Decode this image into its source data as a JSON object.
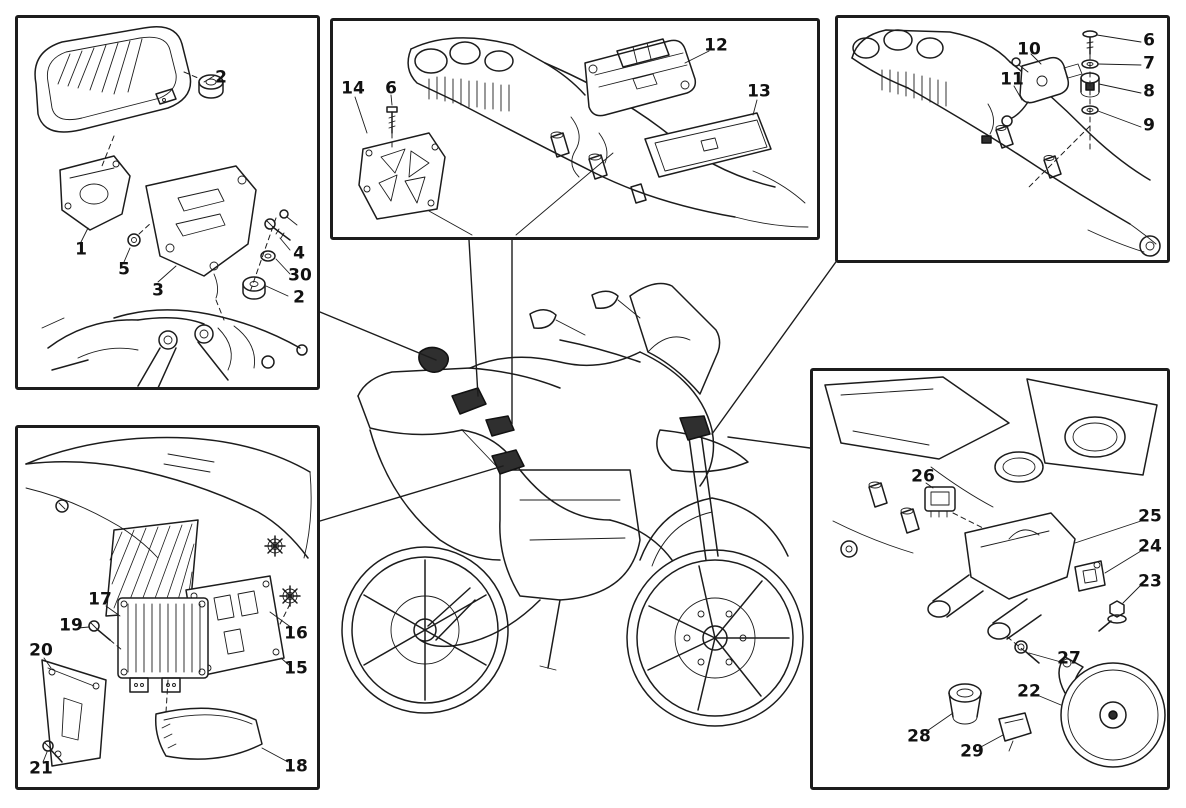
{
  "page": {
    "background": "#ffffff",
    "ink": "#1c1c1c",
    "highlight_fill": "#2f2f2f"
  },
  "panels": {
    "headlight": {
      "labels": [
        "2",
        "1",
        "5",
        "3",
        "4",
        "30",
        "2"
      ]
    },
    "ecu": {
      "labels": [
        "14",
        "6",
        "12",
        "13"
      ]
    },
    "sensor": {
      "labels": [
        "6",
        "7",
        "8",
        "9",
        "10",
        "11"
      ]
    },
    "regulator": {
      "labels": [
        "17",
        "19",
        "20",
        "21",
        "16",
        "15",
        "18"
      ]
    },
    "horn": {
      "labels": [
        "26",
        "25",
        "24",
        "23",
        "27",
        "22",
        "28",
        "29"
      ]
    }
  }
}
